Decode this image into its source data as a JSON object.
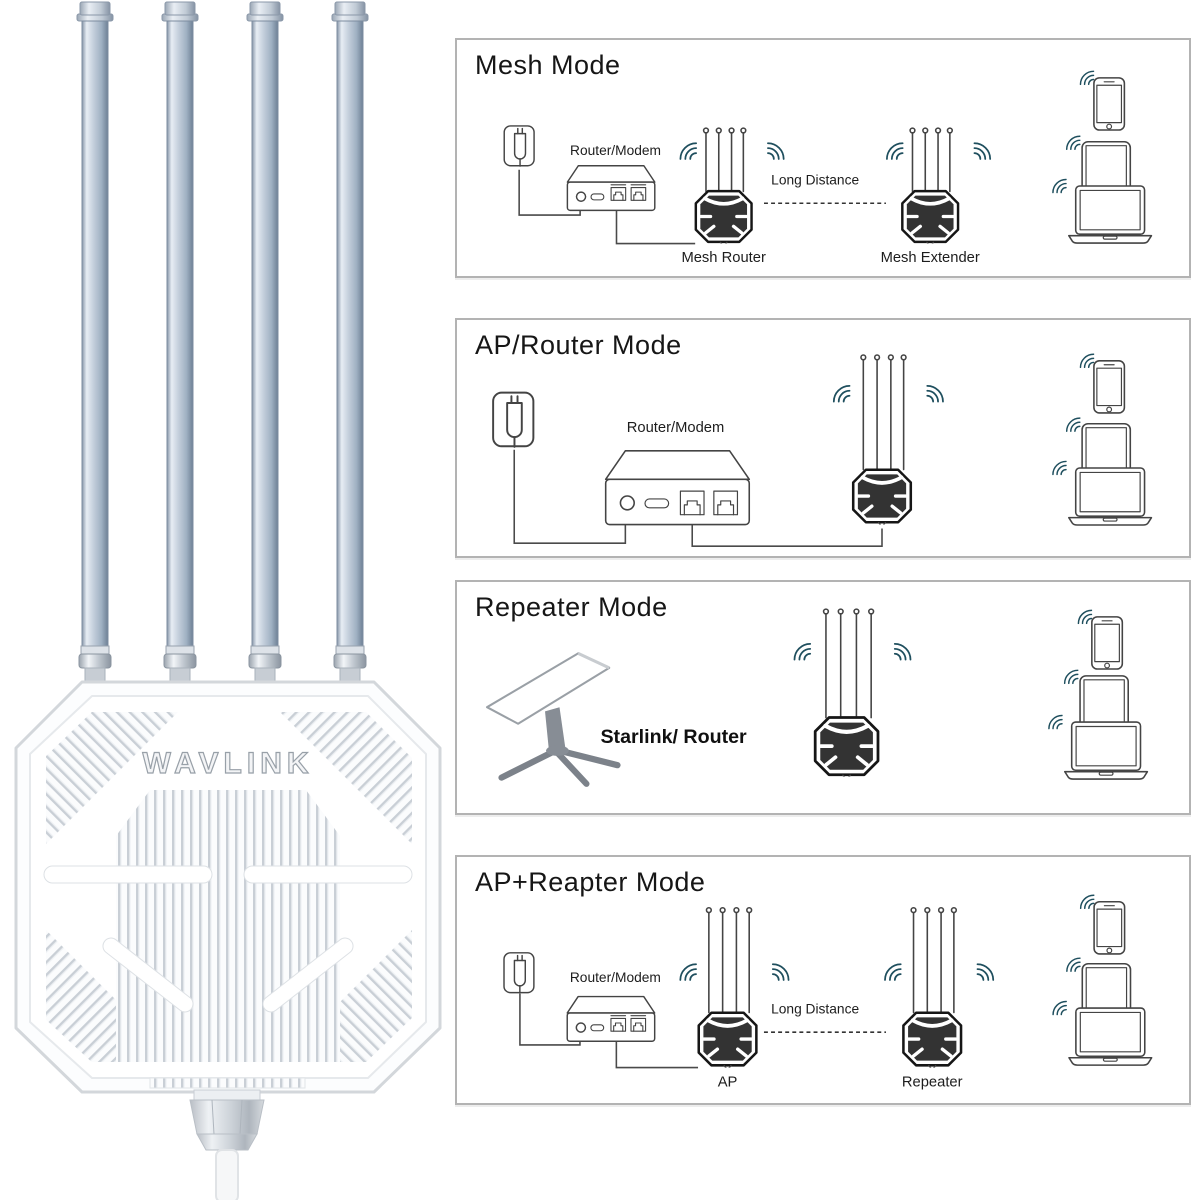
{
  "colors": {
    "accent_wave": "#1f4f5e",
    "device_dark": "#333333",
    "line": "#444444",
    "panel_border": "#b3b3b3",
    "brand_gray": "#98a0a8",
    "antenna_light": "#e7edf4",
    "antenna_mid": "#b5c2d2",
    "antenna_dark": "#76879b"
  },
  "product": {
    "brand": "WAVLINK",
    "type": "outdoor wireless access point",
    "antenna_count": 4,
    "icons": [
      "antenna",
      "cable-gland",
      "ethernet-cable"
    ]
  },
  "panels": [
    {
      "title": "Mesh Mode",
      "labels": {
        "router_modem": "Router/Modem",
        "link": "Long Distance",
        "left_device": "Mesh Router",
        "right_device": "Mesh Extender"
      },
      "icons": [
        "power-plug",
        "router-modem",
        "mesh-router",
        "mesh-extender",
        "wifi-waves",
        "smartphone",
        "tablet",
        "laptop"
      ]
    },
    {
      "title": "AP/Router Mode",
      "labels": {
        "router_modem": "Router/Modem"
      },
      "icons": [
        "power-plug",
        "router-modem",
        "access-point",
        "wifi-waves",
        "smartphone",
        "tablet",
        "laptop"
      ]
    },
    {
      "title": "Repeater Mode",
      "labels": {
        "source": "Starlink/ Router"
      },
      "icons": [
        "starlink-dish",
        "repeater",
        "wifi-waves",
        "smartphone",
        "tablet",
        "laptop"
      ]
    },
    {
      "title": "AP+Reapter Mode",
      "labels": {
        "router_modem": "Router/Modem",
        "link": "Long Distance",
        "left_device": "AP",
        "right_device": "Repeater"
      },
      "icons": [
        "power-plug",
        "router-modem",
        "access-point",
        "repeater",
        "wifi-waves",
        "smartphone",
        "tablet",
        "laptop"
      ]
    }
  ]
}
